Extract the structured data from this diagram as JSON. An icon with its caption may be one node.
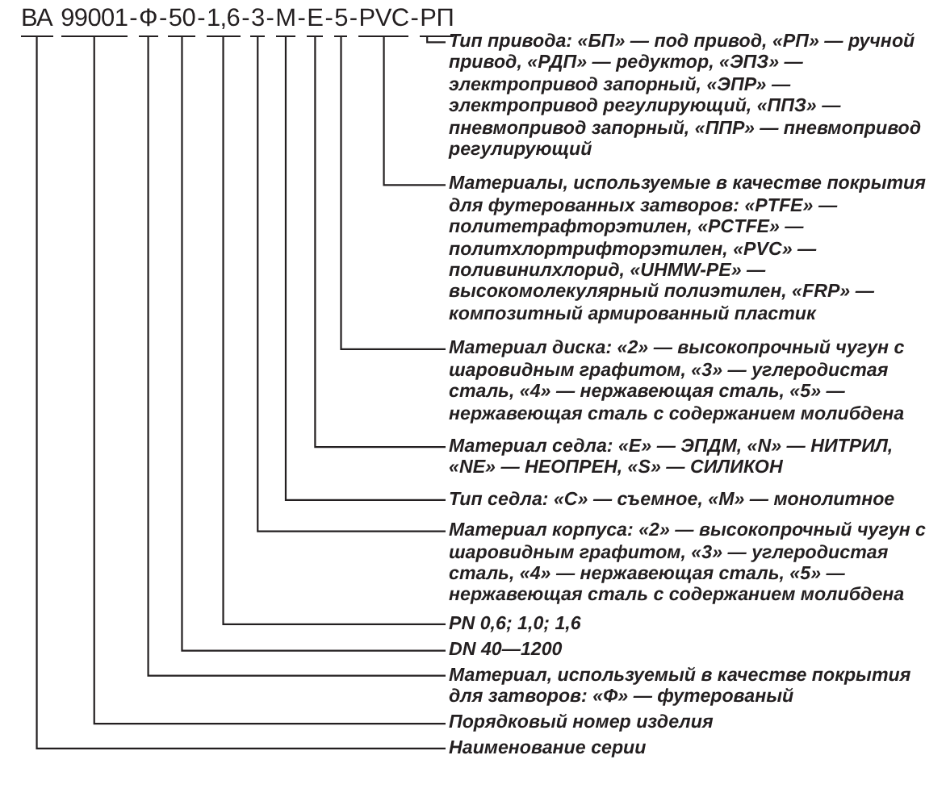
{
  "diagram": {
    "nodes": [
      {
        "text": [
          "ВА"
        ]
      },
      {
        "text": [
          "99001"
        ]
      },
      {
        "text": [
          "Ф"
        ]
      },
      {
        "text": [
          "50"
        ]
      },
      {
        "text": [
          "1,6"
        ]
      },
      {
        "text": [
          "3"
        ]
      },
      {
        "text": [
          "М"
        ]
      },
      {
        "text": [
          "Е"
        ]
      },
      {
        "text": [
          "5"
        ]
      },
      {
        "text": [
          "PVC"
        ]
      },
      {
        "text": [
          "РП"
        ]
      },
      {
        "text": [
          "Тип привода: «БП» — под привод, «РП» — ручной привод, «РДП» — редуктор, «ЭПЗ» — электропривод запорный, «ЭПР» — электропривод регулирующий, «ППЗ» — пневмопривод запорный, «ППР» — пневмопривод регулирующий"
        ]
      },
      {
        "text": [
          "Материалы, используемые в качестве покрытия для футерованных затворов: «PTFE» — политетрафторэтилен, «PCTFE» — политхлортрифторэтилен, «PVC» — поливинилхлорид, «UHMW-PE» — высокомолекулярный полиэтилен, «FRP» — композитный армированный пластик"
        ]
      },
      {
        "text": [
          "Материал диска: «2» — высокопрочный чугун с шаровидным графитом, «3» — углеродистая сталь, «4» — нержавеющая сталь, «5» — нержавеющая сталь с содержанием молибдена"
        ]
      },
      {
        "text": [
          "Материал седла: «E» — ЭПДМ, «N» — НИТРИЛ, «NE» — НЕОПРЕН, «S» — СИЛИКОН"
        ]
      },
      {
        "text": [
          "Тип седла: «С» — съемное, «М» — монолитное"
        ]
      },
      {
        "text": [
          "Материал корпуса: «2» — высокопрочный чугун с шаровидным графитом, «3» — углеродистая сталь, «4» — нержавеющая сталь, «5» — нержавеющая сталь с содержанием молибдена"
        ]
      },
      {
        "text": [
          "PN 0,6; 1,0; 1,6"
        ]
      },
      {
        "text": [
          "DN 40—1200"
        ]
      },
      {
        "text": [
          "Материал, используемый в качестве покрытия для затворов: «Ф» — футерованый"
        ]
      },
      {
        "text": [
          "Порядковый номер изделия"
        ]
      },
      {
        "text": [
          "Наименование серии"
        ]
      }
    ],
    "edges": [
      {
        "from": 10,
        "to": 11,
        "arrow": "none"
      },
      {
        "from": 9,
        "to": 12,
        "arrow": "none"
      },
      {
        "from": 8,
        "to": 13,
        "arrow": "none"
      },
      {
        "from": 7,
        "to": 14,
        "arrow": "none"
      },
      {
        "from": 6,
        "to": 15,
        "arrow": "none"
      },
      {
        "from": 5,
        "to": 16,
        "arrow": "none"
      },
      {
        "from": 4,
        "to": 17,
        "arrow": "none"
      },
      {
        "from": 3,
        "to": 18,
        "arrow": "none"
      },
      {
        "from": 2,
        "to": 19,
        "arrow": "none"
      },
      {
        "from": 1,
        "to": 20,
        "arrow": "none"
      },
      {
        "from": 0,
        "to": 21,
        "arrow": "none"
      }
    ],
    "labels": [
      "-",
      "-",
      "-",
      "-",
      "-",
      "-",
      "-",
      "-",
      "-"
    ]
  }
}
